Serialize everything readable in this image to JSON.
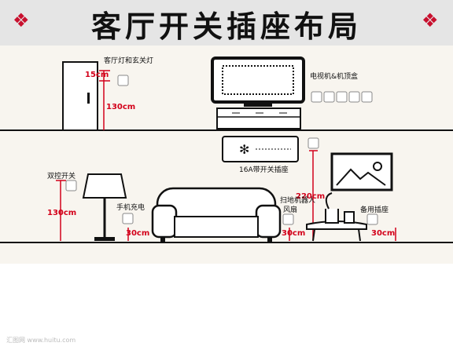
{
  "title": "客厅开关插座布局",
  "labels": {
    "living_light": "客厅灯和玄关灯",
    "h15": "15cm",
    "h130a": "130cm",
    "tv_box": "电视机&机顶盒",
    "ac": "16A带开关插座",
    "h220": "220cm",
    "dual_switch": "双控开关",
    "h130b": "130cm",
    "phone": "手机充电",
    "h30a": "30cm",
    "robot_l1": "扫地机器人",
    "robot_l2": "风扇",
    "h30b": "30cm",
    "spare": "备用插座",
    "h30c": "30cm"
  },
  "watermark": "汇图网 www.huitu.com",
  "colors": {
    "accent": "#d3001a",
    "ornament": "#c8102e",
    "header_bg": "#e5e5e5",
    "panel_bg": "#f8f5ef"
  }
}
